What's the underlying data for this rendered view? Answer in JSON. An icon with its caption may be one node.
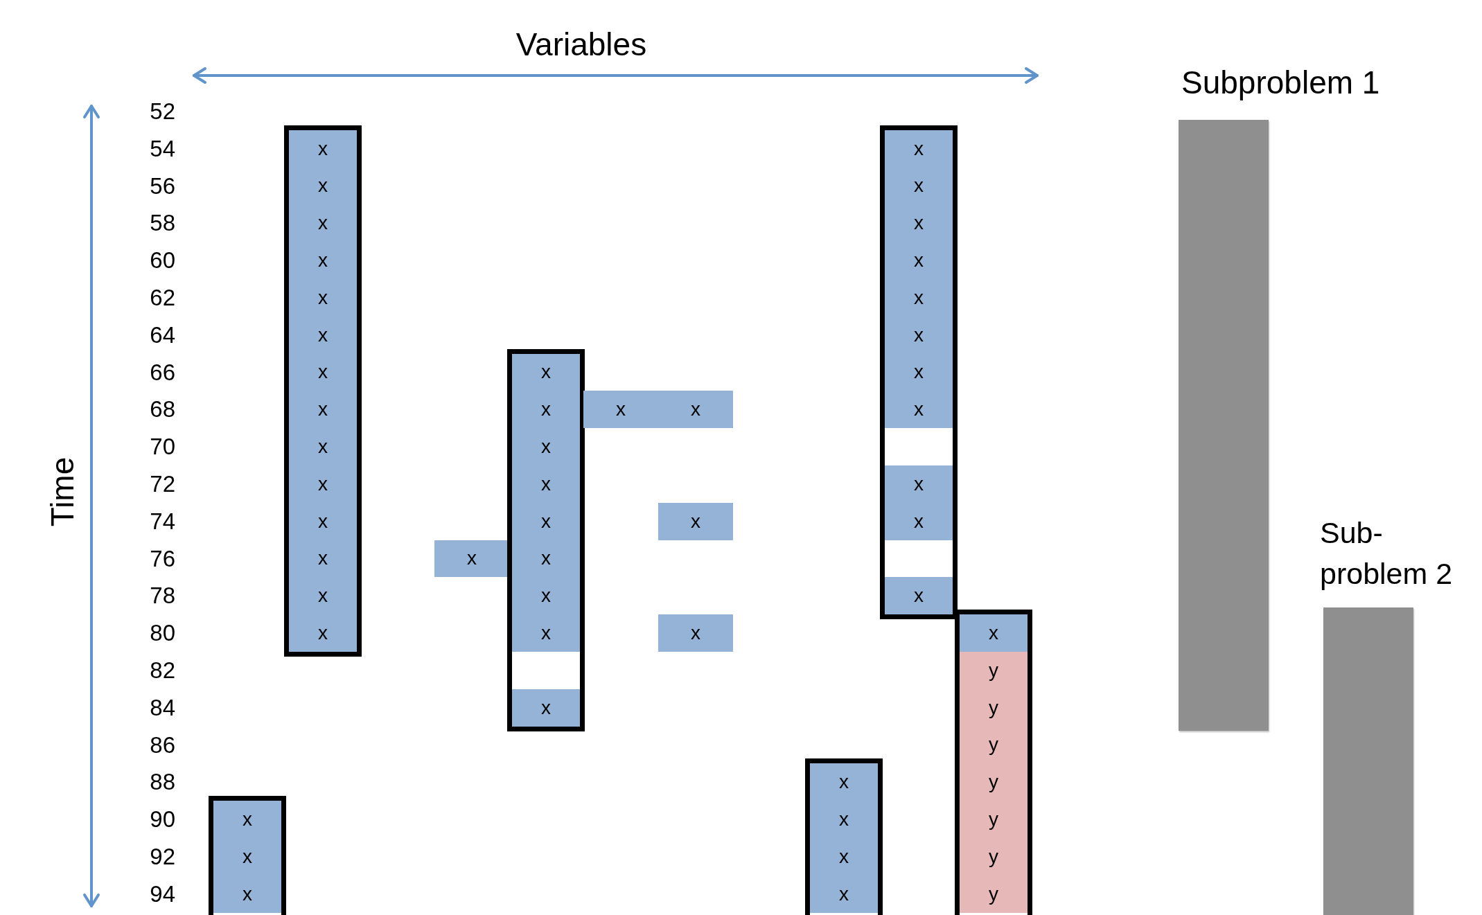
{
  "diagram": {
    "nodes": [
      {
        "text": [],
        "shape": "box"
      },
      {
        "text": [
          "x",
          "x",
          "x"
        ],
        "in": 0
      },
      {
        "text": [],
        "shape": "box"
      },
      {
        "text": [
          "x",
          "x",
          "x",
          "x",
          "x",
          "x",
          "x",
          "x",
          "x",
          "x",
          "x",
          "x",
          "x",
          "x"
        ],
        "in": 2
      },
      {
        "text": [
          "x"
        ]
      },
      {
        "text": [],
        "shape": "box"
      },
      {
        "text": [
          "x",
          "x",
          "x",
          "x",
          "x",
          "x",
          "x",
          "x"
        ],
        "in": 5
      },
      {
        "text": [
          "x"
        ],
        "in": 5
      },
      {
        "text": [
          "x",
          "x"
        ]
      },
      {
        "text": [
          "x"
        ]
      },
      {
        "text": [
          "x"
        ]
      },
      {
        "text": [],
        "shape": "box"
      },
      {
        "text": [
          "x",
          "x",
          "x",
          "x"
        ],
        "in": 11
      },
      {
        "text": [],
        "shape": "box"
      },
      {
        "text": [
          "x",
          "x",
          "x",
          "x",
          "x",
          "x",
          "x",
          "x"
        ],
        "in": 13
      },
      {
        "text": [
          "x",
          "x"
        ],
        "in": 13
      },
      {
        "text": [
          "x"
        ],
        "in": 13
      },
      {
        "text": [],
        "shape": "box"
      },
      {
        "text": [
          "x"
        ],
        "in": 17
      },
      {
        "text": [
          "y",
          "y",
          "y",
          "y",
          "y",
          "y",
          "y"
        ],
        "in": 17
      },
      {
        "text": [
          "Subproblem 1"
        ]
      },
      {
        "text": [
          "Sub- problem 2"
        ]
      }
    ],
    "labels": [
      "Variables",
      "Time",
      "52",
      "54",
      "56",
      "58",
      "60",
      "62",
      "64",
      "66",
      "68",
      "70",
      "72",
      "74",
      "76",
      "78",
      "80",
      "82",
      "84",
      "86",
      "88",
      "90",
      "92",
      "94"
    ]
  }
}
